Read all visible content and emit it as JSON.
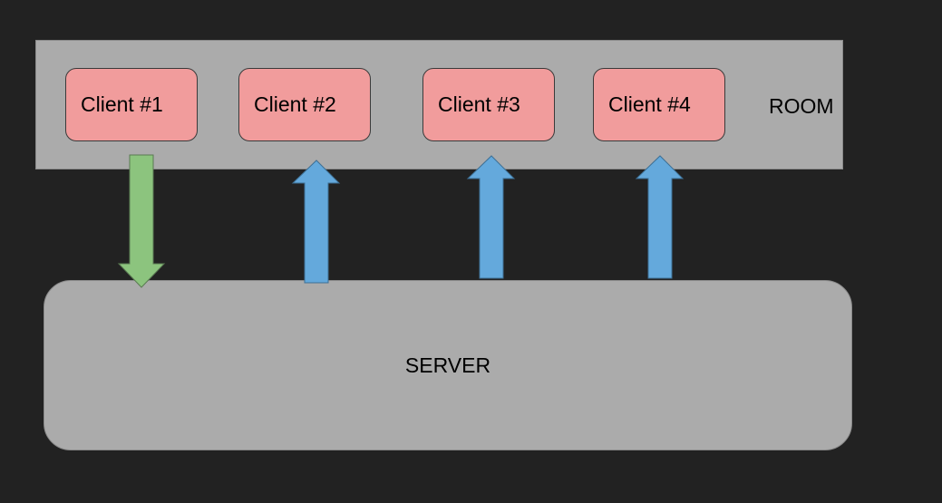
{
  "room": {
    "label": "ROOM",
    "clients": [
      {
        "label": "Client #1"
      },
      {
        "label": "Client #2"
      },
      {
        "label": "Client #3"
      },
      {
        "label": "Client #4"
      }
    ]
  },
  "server": {
    "label": "SERVER"
  },
  "arrows": [
    {
      "from": "Client #1",
      "to": "SERVER",
      "direction": "down",
      "color": "#8cc47e"
    },
    {
      "from": "SERVER",
      "to": "Client #2",
      "direction": "up",
      "color": "#64a9dc"
    },
    {
      "from": "SERVER",
      "to": "Client #3",
      "direction": "up",
      "color": "#64a9dc"
    },
    {
      "from": "SERVER",
      "to": "Client #4",
      "direction": "up",
      "color": "#64a9dc"
    }
  ],
  "colors": {
    "background": "#222222",
    "container": "#ababab",
    "client_fill": "#f19c9c",
    "send_arrow": "#8cc47e",
    "receive_arrow": "#64a9dc"
  }
}
